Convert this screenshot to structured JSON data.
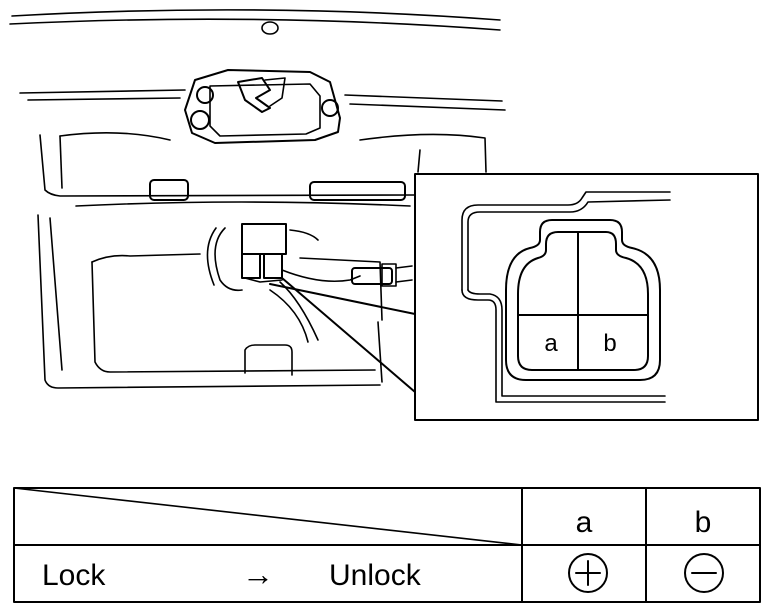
{
  "connector": {
    "terminal_a": "a",
    "terminal_b": "b"
  },
  "table": {
    "header_a": "a",
    "header_b": "b",
    "row_from": "Lock",
    "row_arrow": "→",
    "row_to": "Unlock",
    "symbol_a": "plus-circle-icon",
    "symbol_b": "minus-circle-icon"
  }
}
